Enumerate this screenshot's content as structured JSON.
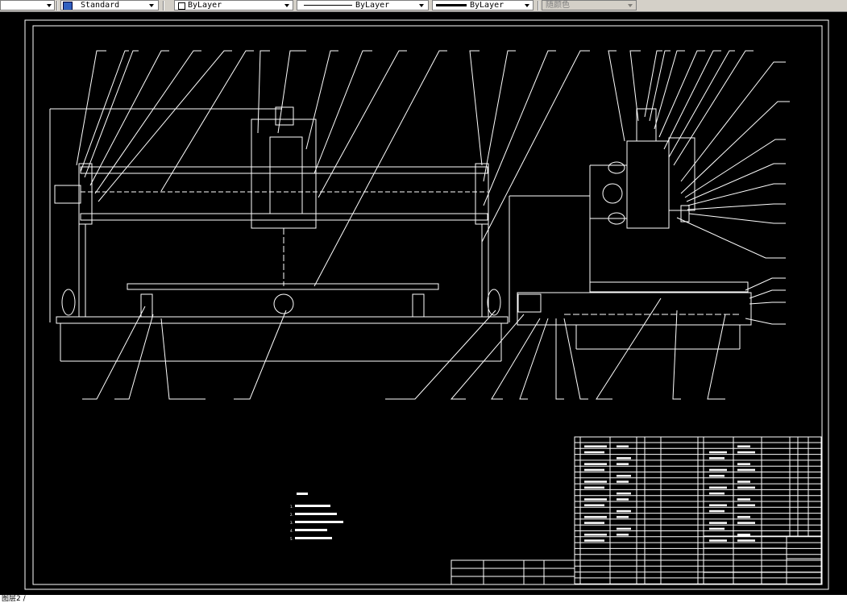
{
  "toolbar": {
    "text_style": "Standard",
    "layer": "ByLayer",
    "linetype": "ByLayer",
    "lineweight": "ByLayer",
    "plot_style": "随颜色"
  },
  "status": {
    "command_line": "图层2 /"
  },
  "colors": {
    "background": "#000000",
    "linework": "#ffffff",
    "toolbar": "#d4d0c8"
  },
  "drawing": {
    "notes": [
      "1.",
      "2.",
      "3.",
      "4.",
      "5."
    ]
  }
}
